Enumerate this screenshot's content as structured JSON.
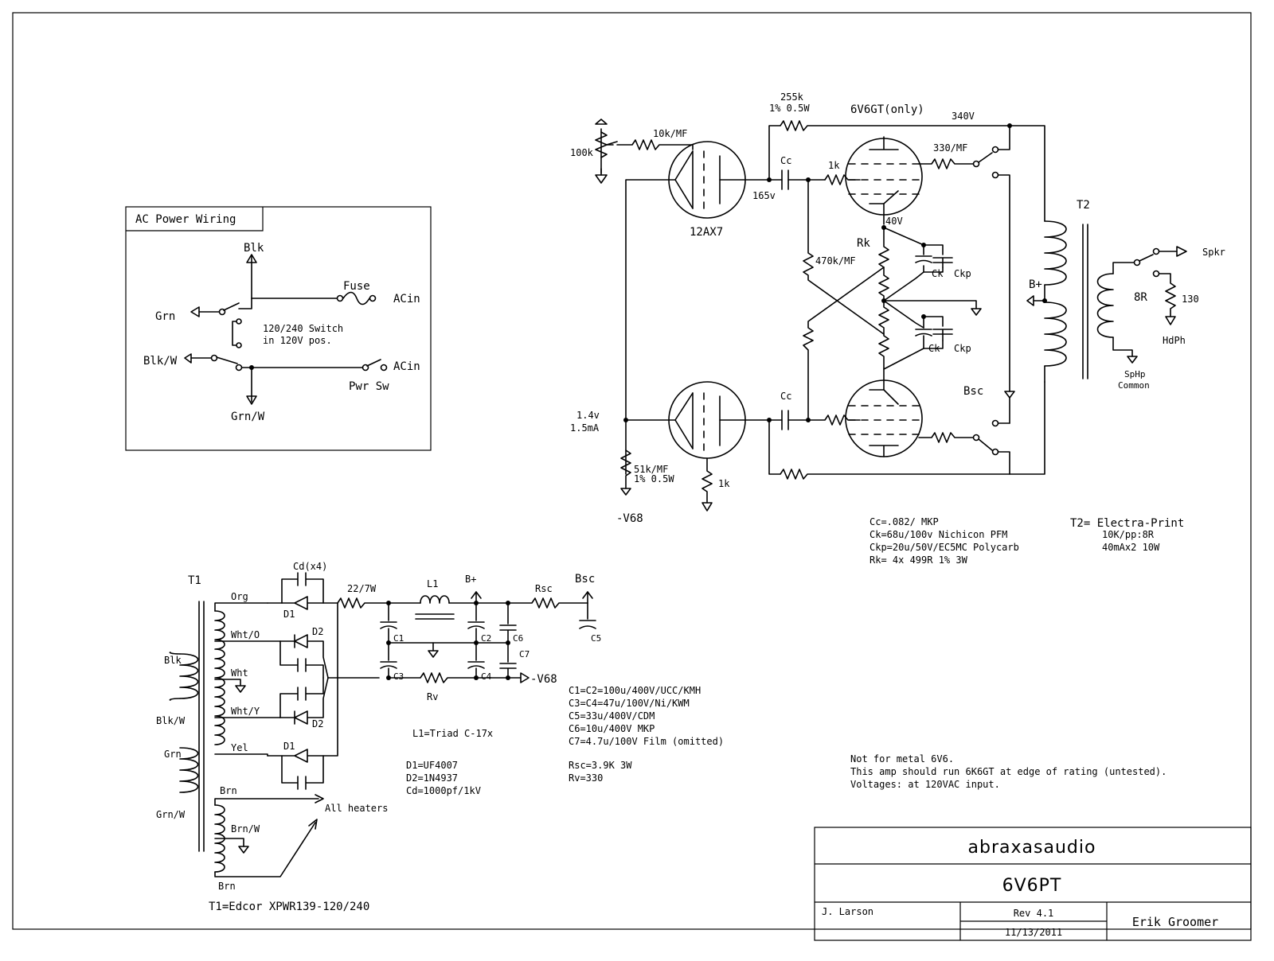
{
  "ac_power": {
    "title": "AC Power Wiring",
    "blk": "Blk",
    "grn": "Grn",
    "fuse": "Fuse",
    "acin_top": "ACin",
    "switch_line1": "120/240 Switch",
    "switch_line2": "in 120V pos.",
    "blk_w": "Blk/W",
    "acin_bottom": "ACin",
    "pwr_sw": "Pwr Sw",
    "grn_w": "Grn/W"
  },
  "amp": {
    "pot": "100k",
    "r_in": "10k/MF",
    "tube_pre": "12AX7",
    "r_255k": "255k",
    "r_255k_spec": "1% 0.5W",
    "tube_out": "6V6GT(only)",
    "v340": "340V",
    "cc_top": "Cc",
    "grid_r_top": "1k",
    "v165": "165v",
    "r_330mf": "330/MF",
    "v40": "40V",
    "rk": "Rk",
    "r_470k": "470k/MF",
    "ck_top": "Ck",
    "ckp_top": "Ckp",
    "ck_bottom": "Ck",
    "ckp_bottom": "Ckp",
    "bplus": "B+",
    "t2": "T2",
    "spkr": "Spkr",
    "eight_r": "8R",
    "r130": "130",
    "hdph": "HdPh",
    "sphp_common_1": "SpHp",
    "sphp_common_2": "Common",
    "bsc": "Bsc",
    "v14": "1.4v",
    "ma15": "1.5mA",
    "cc_bottom": "Cc",
    "r_51k": "51k/MF",
    "r_51k_spec": "1% 0.5W",
    "r_1k_cath": "1k",
    "v68": "-V68"
  },
  "notes_amp": [
    "Cc=.082/ MKP",
    "Ck=68u/100v Nichicon PFM",
    "Ckp=20u/50V/EC5MC Polycarb",
    "Rk= 4x 499R 1% 3W"
  ],
  "notes_t2": [
    "T2= Electra-Print",
    "10K/pp:8R",
    "40mAx2 10W"
  ],
  "psu": {
    "t1": "T1",
    "cd": "Cd(x4)",
    "org": "Org",
    "wht_o": "Wht/O",
    "wht": "Wht",
    "wht_y": "Wht/Y",
    "yel": "Yel",
    "blk": "Blk",
    "blk_w": "Blk/W",
    "grn": "Grn",
    "grn_w": "Grn/W",
    "d1_top": "D1",
    "d2_top": "D2",
    "d2_bottom": "D2",
    "d1_bottom": "D1",
    "r22": "22/7W",
    "l1": "L1",
    "bplus": "B+",
    "rsc": "Rsc",
    "bsc": "Bsc",
    "c1": "C1",
    "c2": "C2",
    "c3": "C3",
    "c4": "C4",
    "c5": "C5",
    "c6": "C6",
    "c7": "C7",
    "rv": "Rv",
    "v68": "-V68",
    "brn_top": "Brn",
    "brn_w": "Brn/W",
    "brn_bottom": "Brn",
    "all_heaters": "All heaters",
    "t1_spec": "T1=Edcor XPWR139-120/240"
  },
  "notes_psu_1": [
    "L1=Triad C-17x"
  ],
  "notes_psu_2": [
    "D1=UF4007",
    "D2=1N4937",
    "Cd=1000pf/1kV"
  ],
  "notes_psu_3": [
    "C1=C2=100u/400V/UCC/KMH",
    "C3=C4=47u/100V/Ni/KWM",
    "C5=33u/400V/CDM",
    "C6=10u/400V MKP",
    "C7=4.7u/100V Film (omitted)"
  ],
  "notes_psu_4": [
    "Rsc=3.9K 3W",
    "Rv=330"
  ],
  "notes_general": [
    "Not for metal 6V6.",
    "This amp should run 6K6GT at edge of rating (untested).",
    "Voltages: at 120VAC input."
  ],
  "title_block": {
    "company": "abraxasaudio",
    "project": "6V6PT",
    "drawn_by": "J. Larson",
    "revision": "Rev 4.1",
    "date": "11/13/2011",
    "author": "Erik Groomer"
  }
}
